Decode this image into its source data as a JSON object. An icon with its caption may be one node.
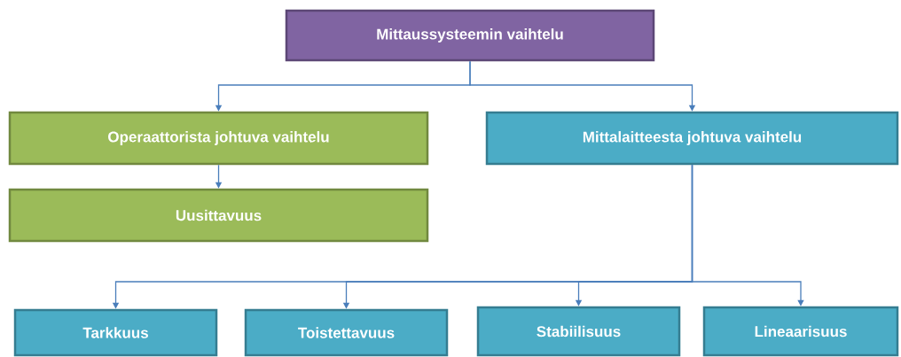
{
  "diagram": {
    "nodes": [
      {
        "text": [
          "Mittaussysteemin vaihtelu"
        ]
      },
      {
        "text": [
          "Operaattorista johtuva vaihtelu"
        ]
      },
      {
        "text": [
          "Mittalaitteesta johtuva vaihtelu"
        ]
      },
      {
        "text": [
          "Uusittavuus"
        ]
      },
      {
        "text": [
          "Tarkkuus"
        ]
      },
      {
        "text": [
          "Toistettavuus"
        ]
      },
      {
        "text": [
          "Stabiilisuus"
        ]
      },
      {
        "text": [
          "Lineaarisuus"
        ]
      }
    ],
    "edges": [
      {
        "from": 0,
        "to": 1,
        "arrow": "to"
      },
      {
        "from": 0,
        "to": 2,
        "arrow": "to"
      },
      {
        "from": 1,
        "to": 3,
        "arrow": "to"
      },
      {
        "from": 2,
        "to": 4,
        "arrow": "to"
      },
      {
        "from": 2,
        "to": 5,
        "arrow": "to"
      },
      {
        "from": 2,
        "to": 6,
        "arrow": "to"
      },
      {
        "from": 2,
        "to": 7,
        "arrow": "to"
      }
    ]
  }
}
